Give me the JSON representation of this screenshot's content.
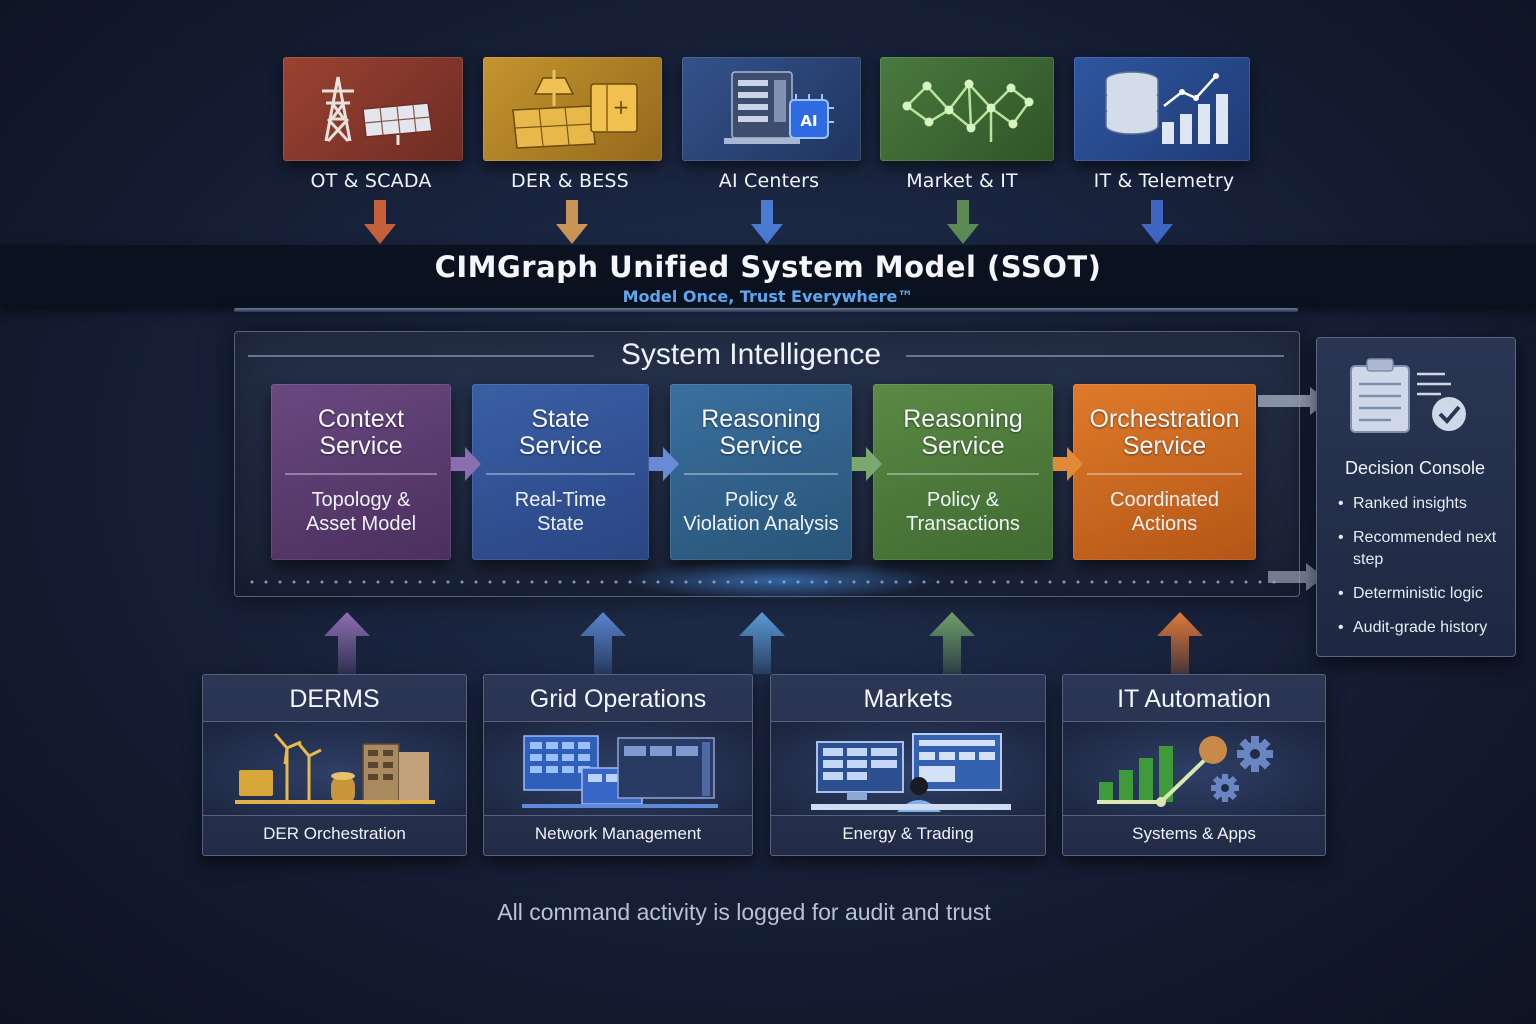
{
  "sources": [
    {
      "label": "OT & SCADA",
      "color": "#8e3b2c",
      "icon": "power-tower-solar-icon"
    },
    {
      "label": "DER & BESS",
      "color": "#b88a2a",
      "icon": "solar-battery-icon"
    },
    {
      "label": "AI Centers",
      "color": "#2b4675",
      "icon": "server-ai-chip-icon",
      "chip_text": "AI"
    },
    {
      "label": "Market & IT",
      "color": "#3f6a35",
      "icon": "network-graph-icon"
    },
    {
      "label": "IT & Telemetry",
      "color": "#2a4a86",
      "icon": "database-chart-icon"
    }
  ],
  "header": {
    "title": "CIMGraph Unified System Model (SSOT)",
    "subtitle": "Model Once, Trust Everywhere™"
  },
  "system_intelligence": {
    "title": "System Intelligence",
    "services": [
      {
        "name_line1": "Context",
        "name_line2": "Service",
        "desc_line1": "Topology &",
        "desc_line2": "Asset Model",
        "color": "#5a3a6e"
      },
      {
        "name_line1": "State",
        "name_line2": "Service",
        "desc_line1": "Real-Time",
        "desc_line2": "State",
        "color": "#2f4f8f"
      },
      {
        "name_line1": "Reasoning",
        "name_line2": "Service",
        "desc_line1": "Policy &",
        "desc_line2": "Violation Analysis",
        "color": "#2e5d86"
      },
      {
        "name_line1": "Reasoning",
        "name_line2": "Service",
        "desc_line1": "Policy &",
        "desc_line2": "Transactions",
        "color": "#4c7a3c"
      },
      {
        "name_line1": "Orchestration",
        "name_line2": "Service",
        "desc_line1": "Coordinated",
        "desc_line2": "Actions",
        "color": "#c8641e"
      }
    ]
  },
  "decision_console": {
    "title": "Decision Console",
    "icon": "clipboard-check-icon",
    "items": [
      "Ranked insights",
      "Recommended next step",
      "Deterministic logic",
      "Audit-grade history"
    ]
  },
  "domains": [
    {
      "title": "DERMS",
      "subtitle": "DER Orchestration",
      "icon": "wind-solar-storage-icon"
    },
    {
      "title": "Grid Operations",
      "subtitle": "Network Management",
      "icon": "control-center-buildings-icon"
    },
    {
      "title": "Markets",
      "subtitle": "Energy & Trading",
      "icon": "trading-desk-icon"
    },
    {
      "title": "IT Automation",
      "subtitle": "Systems & Apps",
      "icon": "growth-gears-icon"
    }
  ],
  "footer": {
    "note": "All command activity is logged for audit and trust"
  },
  "colors": {
    "background": "#1a2540",
    "banner": "#0a1220",
    "accent_blue": "#5fa8f0"
  }
}
